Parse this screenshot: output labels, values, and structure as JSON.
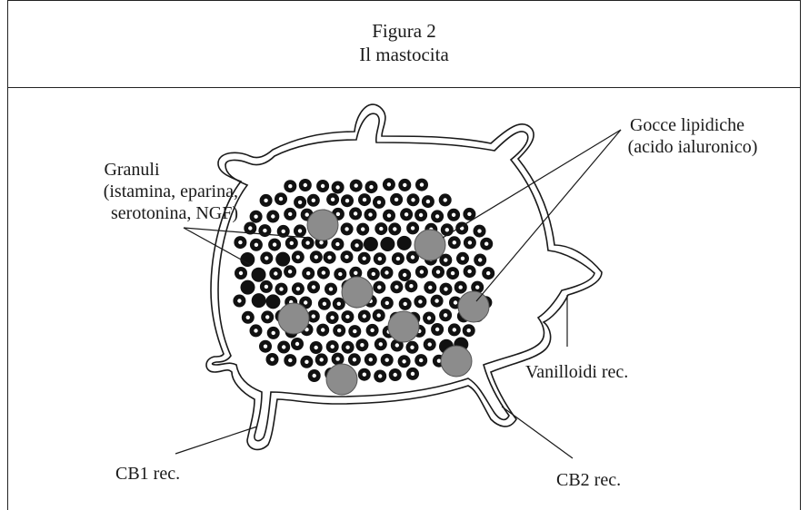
{
  "figure": {
    "number": "Figura 2",
    "title": "Il mastocita"
  },
  "labels": {
    "granuli": [
      "Granuli",
      "(istamina, eparina,",
      "serotonina, NGF)"
    ],
    "gocce": [
      "Gocce lipidiche",
      "(acido ialuronico)"
    ],
    "vanilloidi": "Vanilloidi rec.",
    "cb1": "CB1 rec.",
    "cb2": "CB2 rec."
  },
  "colors": {
    "ink": "#1a1a1a",
    "granule_dark": "#111111",
    "lipid_droplet": "#8c8c8c"
  }
}
